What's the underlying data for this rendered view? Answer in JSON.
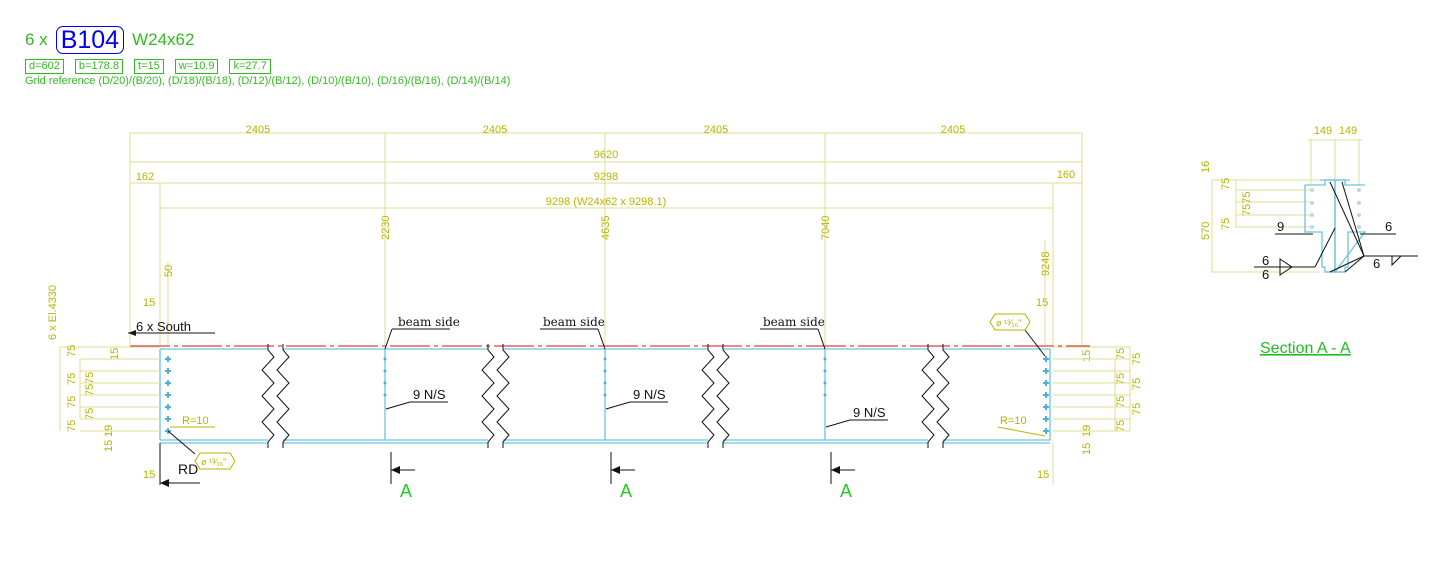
{
  "header": {
    "quantity": "6 x",
    "mark": "B104",
    "profile": "W24x62"
  },
  "properties": [
    "d=602",
    "b=178.8",
    "t=15",
    "w=10.9",
    "k=27.7"
  ],
  "grid_reference": "Grid reference (D/20)/(B/20), (D/18)/(B/18), (D/12)/(B/12), (D/10)/(B/10), (D/16)/(B/16), (D/14)/(B/14)",
  "dims": {
    "spacing": [
      "2405",
      "2405",
      "2405",
      "2405"
    ],
    "overall": "9620",
    "left_offset": "162",
    "beam_length": "9298",
    "right_offset": "160",
    "cut_length": "9298 (W24x62 x 9298.1)",
    "stiffener_positions": [
      "2230",
      "4635",
      "7040"
    ],
    "end_position": "9248",
    "top_offset": "50",
    "edge": "15",
    "bolt_pitch": "75",
    "bottom_edge": "19",
    "elevation": "6 x El.4330"
  },
  "annotations": {
    "orientation": "6 x South",
    "beam_side": "beam side",
    "stiffener_weld": "9 N/S",
    "radius": "R=10",
    "hole": "ø ¹³⁄₁₆\"",
    "rd": "RD",
    "section_mark": "A"
  },
  "section": {
    "title": "Section A - A",
    "widths": [
      "149",
      "149"
    ],
    "top": "16",
    "height": "570",
    "pitch": [
      "75",
      "7575",
      "75"
    ],
    "weld_left": "9",
    "weld_right": "6",
    "fillet_left_top": "6",
    "fillet_left_bottom": "6",
    "fillet_right": "6"
  },
  "colors": {
    "title": "#33bb22",
    "mark": "#0000ee",
    "dimension": "#b8b400",
    "steel": "#6cc4e0",
    "top_line": "#e04040"
  }
}
